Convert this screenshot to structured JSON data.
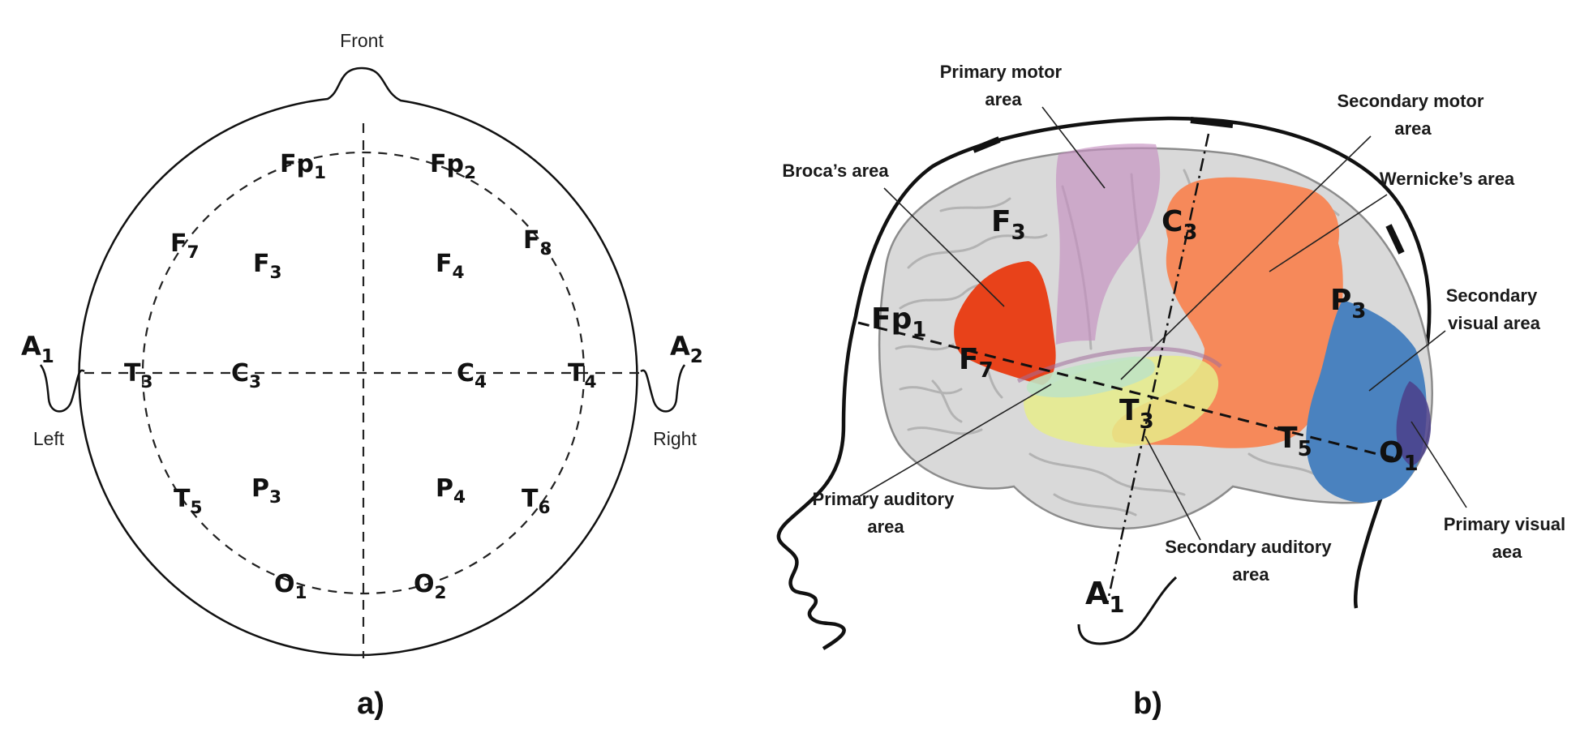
{
  "panel_a": {
    "front_label": "Front",
    "left_label": "Left",
    "right_label": "Right",
    "caption": "a)",
    "ear_left": {
      "letter": "A",
      "sub": "1"
    },
    "ear_right": {
      "letter": "A",
      "sub": "2"
    },
    "electrodes": {
      "fp1": {
        "letter": "Fp",
        "sub": "1"
      },
      "fp2": {
        "letter": "Fp",
        "sub": "2"
      },
      "f7": {
        "letter": "F",
        "sub": "7"
      },
      "f8": {
        "letter": "F",
        "sub": "8"
      },
      "f3": {
        "letter": "F",
        "sub": "3"
      },
      "f4": {
        "letter": "F",
        "sub": "4"
      },
      "t3": {
        "letter": "T",
        "sub": "3"
      },
      "c3": {
        "letter": "C",
        "sub": "3"
      },
      "c4": {
        "letter": "C",
        "sub": "4"
      },
      "t4": {
        "letter": "T",
        "sub": "4"
      },
      "t5": {
        "letter": "T",
        "sub": "5"
      },
      "p3": {
        "letter": "P",
        "sub": "3"
      },
      "p4": {
        "letter": "P",
        "sub": "4"
      },
      "t6": {
        "letter": "T",
        "sub": "6"
      },
      "o1": {
        "letter": "O",
        "sub": "1"
      },
      "o2": {
        "letter": "O",
        "sub": "2"
      }
    }
  },
  "panel_b": {
    "caption": "b)",
    "areas": {
      "primary_motor": {
        "line1": "Primary motor",
        "line2": "area",
        "color": "#c58fc0"
      },
      "secondary_motor": {
        "line1": "Secondary motor",
        "line2": "area"
      },
      "broca": {
        "line1": "Broca’s area",
        "color": "#e8421a"
      },
      "wernicke": {
        "line1": "Wernicke’s area",
        "color": "#f6895a"
      },
      "secondary_visual": {
        "line1": "Secondary",
        "line2": "visual area",
        "color": "#4a82bf"
      },
      "primary_auditory": {
        "line1": "Primary auditory",
        "line2": "area",
        "color": "#bfe3c3"
      },
      "secondary_auditory": {
        "line1": "Secondary auditory",
        "line2": "area",
        "color": "#e6ec8a"
      },
      "primary_visual": {
        "line1": "Primary visual",
        "line2": "aea",
        "color": "#4b3f8a"
      }
    },
    "electrodes": {
      "f3": {
        "letter": "F",
        "sub": "3"
      },
      "c3": {
        "letter": "C",
        "sub": "3"
      },
      "p3": {
        "letter": "P",
        "sub": "3"
      },
      "fp1": {
        "letter": "Fp",
        "sub": "1"
      },
      "f7": {
        "letter": "F",
        "sub": "7"
      },
      "t3": {
        "letter": "T",
        "sub": "3"
      },
      "t5": {
        "letter": "T",
        "sub": "5"
      },
      "o1": {
        "letter": "O",
        "sub": "1"
      },
      "a1": {
        "letter": "A",
        "sub": "1"
      }
    }
  }
}
